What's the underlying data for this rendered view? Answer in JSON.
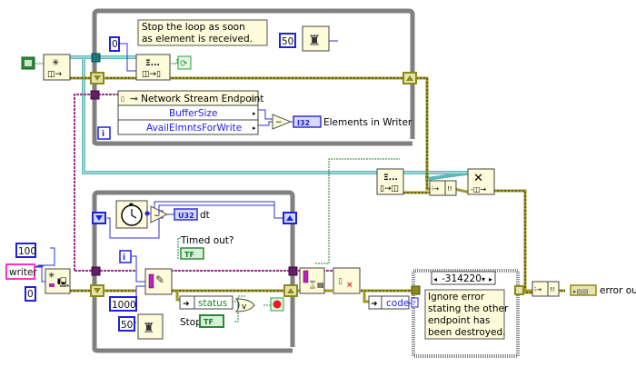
{
  "diagram": {
    "top_loop": {
      "comment": [
        "Stop the loop as soon",
        "as element is received."
      ],
      "timeout_const": "0",
      "wait_ms": "50",
      "iteration_terminal": "i",
      "property_node": {
        "title": "Network Stream Endpoint",
        "properties": [
          "BufferSize",
          "AvailElmntsForWrite"
        ]
      },
      "indicator": {
        "type": "I32",
        "label": "Elements in Writer"
      }
    },
    "bottom_loop": {
      "dt_indicator": {
        "type": "U32",
        "label": "dt"
      },
      "timed_out_indicator": {
        "type": "TF",
        "label": "Timed out?"
      },
      "iteration_terminal": "i",
      "timeout_const": "1000",
      "wait_ms": "50",
      "unbundle_field": "status",
      "stop_control": {
        "type": "TF",
        "label": "Stop"
      }
    },
    "create_writer": {
      "buffer_const": "100",
      "endpoint_name": "writer",
      "zero_const": "0"
    },
    "case_structure": {
      "selector": "-314220",
      "comment": [
        "Ignore error",
        "stating the other",
        "endpoint has",
        "been destroyed."
      ]
    },
    "unbundle_code": "code",
    "error_out": {
      "label": "error out"
    },
    "colors": {
      "error_wire": "#a09a20",
      "queue_wire": "#5fb8b8",
      "stream_wire": "#a0308a",
      "numeric": "#2020e0",
      "boolean": "#1a8a2a",
      "loop_frame": "#808080",
      "node_fill": "#fdfbd9"
    }
  }
}
